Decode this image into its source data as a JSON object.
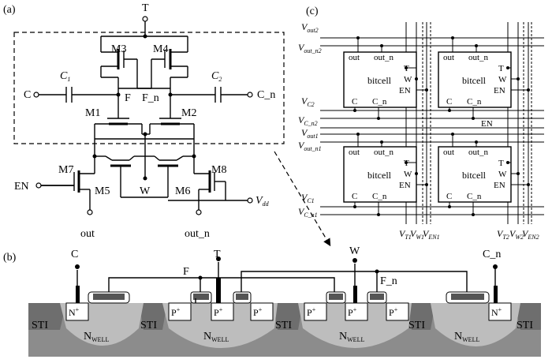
{
  "panel_labels": {
    "a": "(a)",
    "b": "(b)",
    "c": "(c)"
  },
  "circuit": {
    "top_node": "T",
    "transistors": [
      "M1",
      "M2",
      "M3",
      "M4",
      "M5",
      "M6",
      "M7",
      "M8"
    ],
    "caps": {
      "c1": "C",
      "c1_sub": "1",
      "c2": "C",
      "c2_sub": "2"
    },
    "nodes": {
      "C": "C",
      "C_n": "C_n",
      "F": "F",
      "F_n": "F_n",
      "W": "W",
      "EN": "EN",
      "out": "out",
      "out_n": "out_n",
      "vdd": "V",
      "vdd_sub": "dd"
    }
  },
  "array": {
    "cell": {
      "out": "out",
      "out_n": "out_n",
      "name": "bitcell",
      "T": "T",
      "W": "W",
      "EN": "EN",
      "C": "C",
      "C_n": "C_n"
    },
    "rows": [
      {
        "V": "V",
        "sub": "out2"
      },
      {
        "V": "V",
        "sub": "out_n2"
      },
      {
        "V": "V",
        "sub": "C2"
      },
      {
        "V": "V",
        "sub": "C_n2"
      },
      {
        "V": "V",
        "sub": "out1"
      },
      {
        "V": "V",
        "sub": "out_n1"
      },
      {
        "V": "V",
        "sub": "C1"
      },
      {
        "V": "V",
        "sub": "C_n1"
      }
    ],
    "en_label": "EN",
    "cols": [
      {
        "V": "V",
        "sub": "T1"
      },
      {
        "V": "V",
        "sub": "W1"
      },
      {
        "V": "V",
        "sub": "EN1"
      },
      {
        "V": "V",
        "sub": "T2"
      },
      {
        "V": "V",
        "sub": "W2"
      },
      {
        "V": "V",
        "sub": "EN2"
      }
    ]
  },
  "cross_section": {
    "sti": "STI",
    "n_plus": "N",
    "p_plus": "P",
    "plus": "+",
    "nwell": "N",
    "nwell_sub": "WELL",
    "pins": {
      "C": "C",
      "T": "T",
      "F": "F",
      "W": "W",
      "F_n": "F_n",
      "C_n": "C_n"
    }
  }
}
